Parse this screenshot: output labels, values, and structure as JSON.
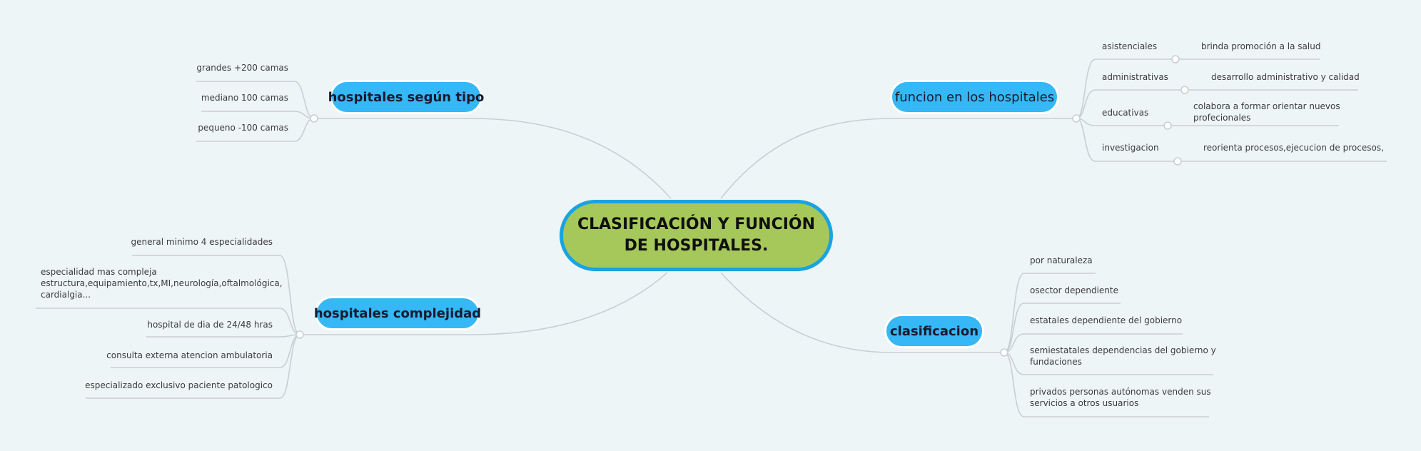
{
  "central": {
    "title_line1": "CLASIFICACIÓN Y FUNCIÓN",
    "title_line2": "DE HOSPITALES."
  },
  "tipo": {
    "label": "hospitales según tipo",
    "items": [
      "grandes +200 camas",
      "mediano 100 camas",
      "pequeno -100 camas"
    ]
  },
  "complejidad": {
    "label": "hospitales  complejidad",
    "items": [
      "general minimo 4 especialidades",
      "especialidad mas compleja estructura,equipamiento,tx,MI,neurología,oftalmológica, cardialgia...",
      "hospital de dia de 24/48 hras",
      "consulta externa atencion ambulatoria",
      "especializado exclusivo paciente patologico"
    ]
  },
  "funcion": {
    "label": "funcion en los hospitales",
    "items": [
      {
        "name": "asistenciales",
        "detail": "brinda promoción a la salud"
      },
      {
        "name": "administrativas",
        "detail": "desarrollo administrativo y calidad"
      },
      {
        "name": "educativas",
        "detail": "colabora a formar orientar nuevos profecionales"
      },
      {
        "name": "investigacion",
        "detail": "reorienta procesos,ejecucion de procesos,"
      }
    ]
  },
  "clasificacion": {
    "label": "clasificacion",
    "items": [
      "por naturaleza",
      "osector dependiente",
      "estatales dependiente del gobierno",
      "semiestatales dependencias del gobierno y fundaciones",
      "privados personas autónomas venden sus servicios a otros usuarios"
    ]
  },
  "colors": {
    "line": "#c8cfd3",
    "topic": "#35b8f5",
    "central_fill": "#a6c85a",
    "central_border": "#1aa3e0",
    "background": "#eef5f7"
  }
}
